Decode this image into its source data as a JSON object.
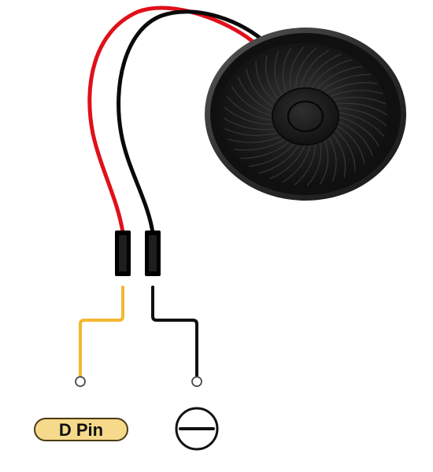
{
  "diagram": {
    "components": {
      "speaker": {
        "name": "speaker"
      },
      "signal_wire": {
        "color": "#e0101a"
      },
      "ground_wire": {
        "color": "#0a0a0a"
      },
      "signal_lead": {
        "color": "#f2b731"
      },
      "ground_lead": {
        "color": "#111111"
      }
    },
    "labels": {
      "d_pin": "D Pin",
      "ground_symbol": "ground-minus-symbol"
    },
    "colors": {
      "pin_badge_fill": "#f6d98a",
      "pin_badge_stroke": "#4a3b16",
      "speaker_rim": "#2a2a2a",
      "speaker_cone": "#151515",
      "header": "#000000"
    }
  }
}
